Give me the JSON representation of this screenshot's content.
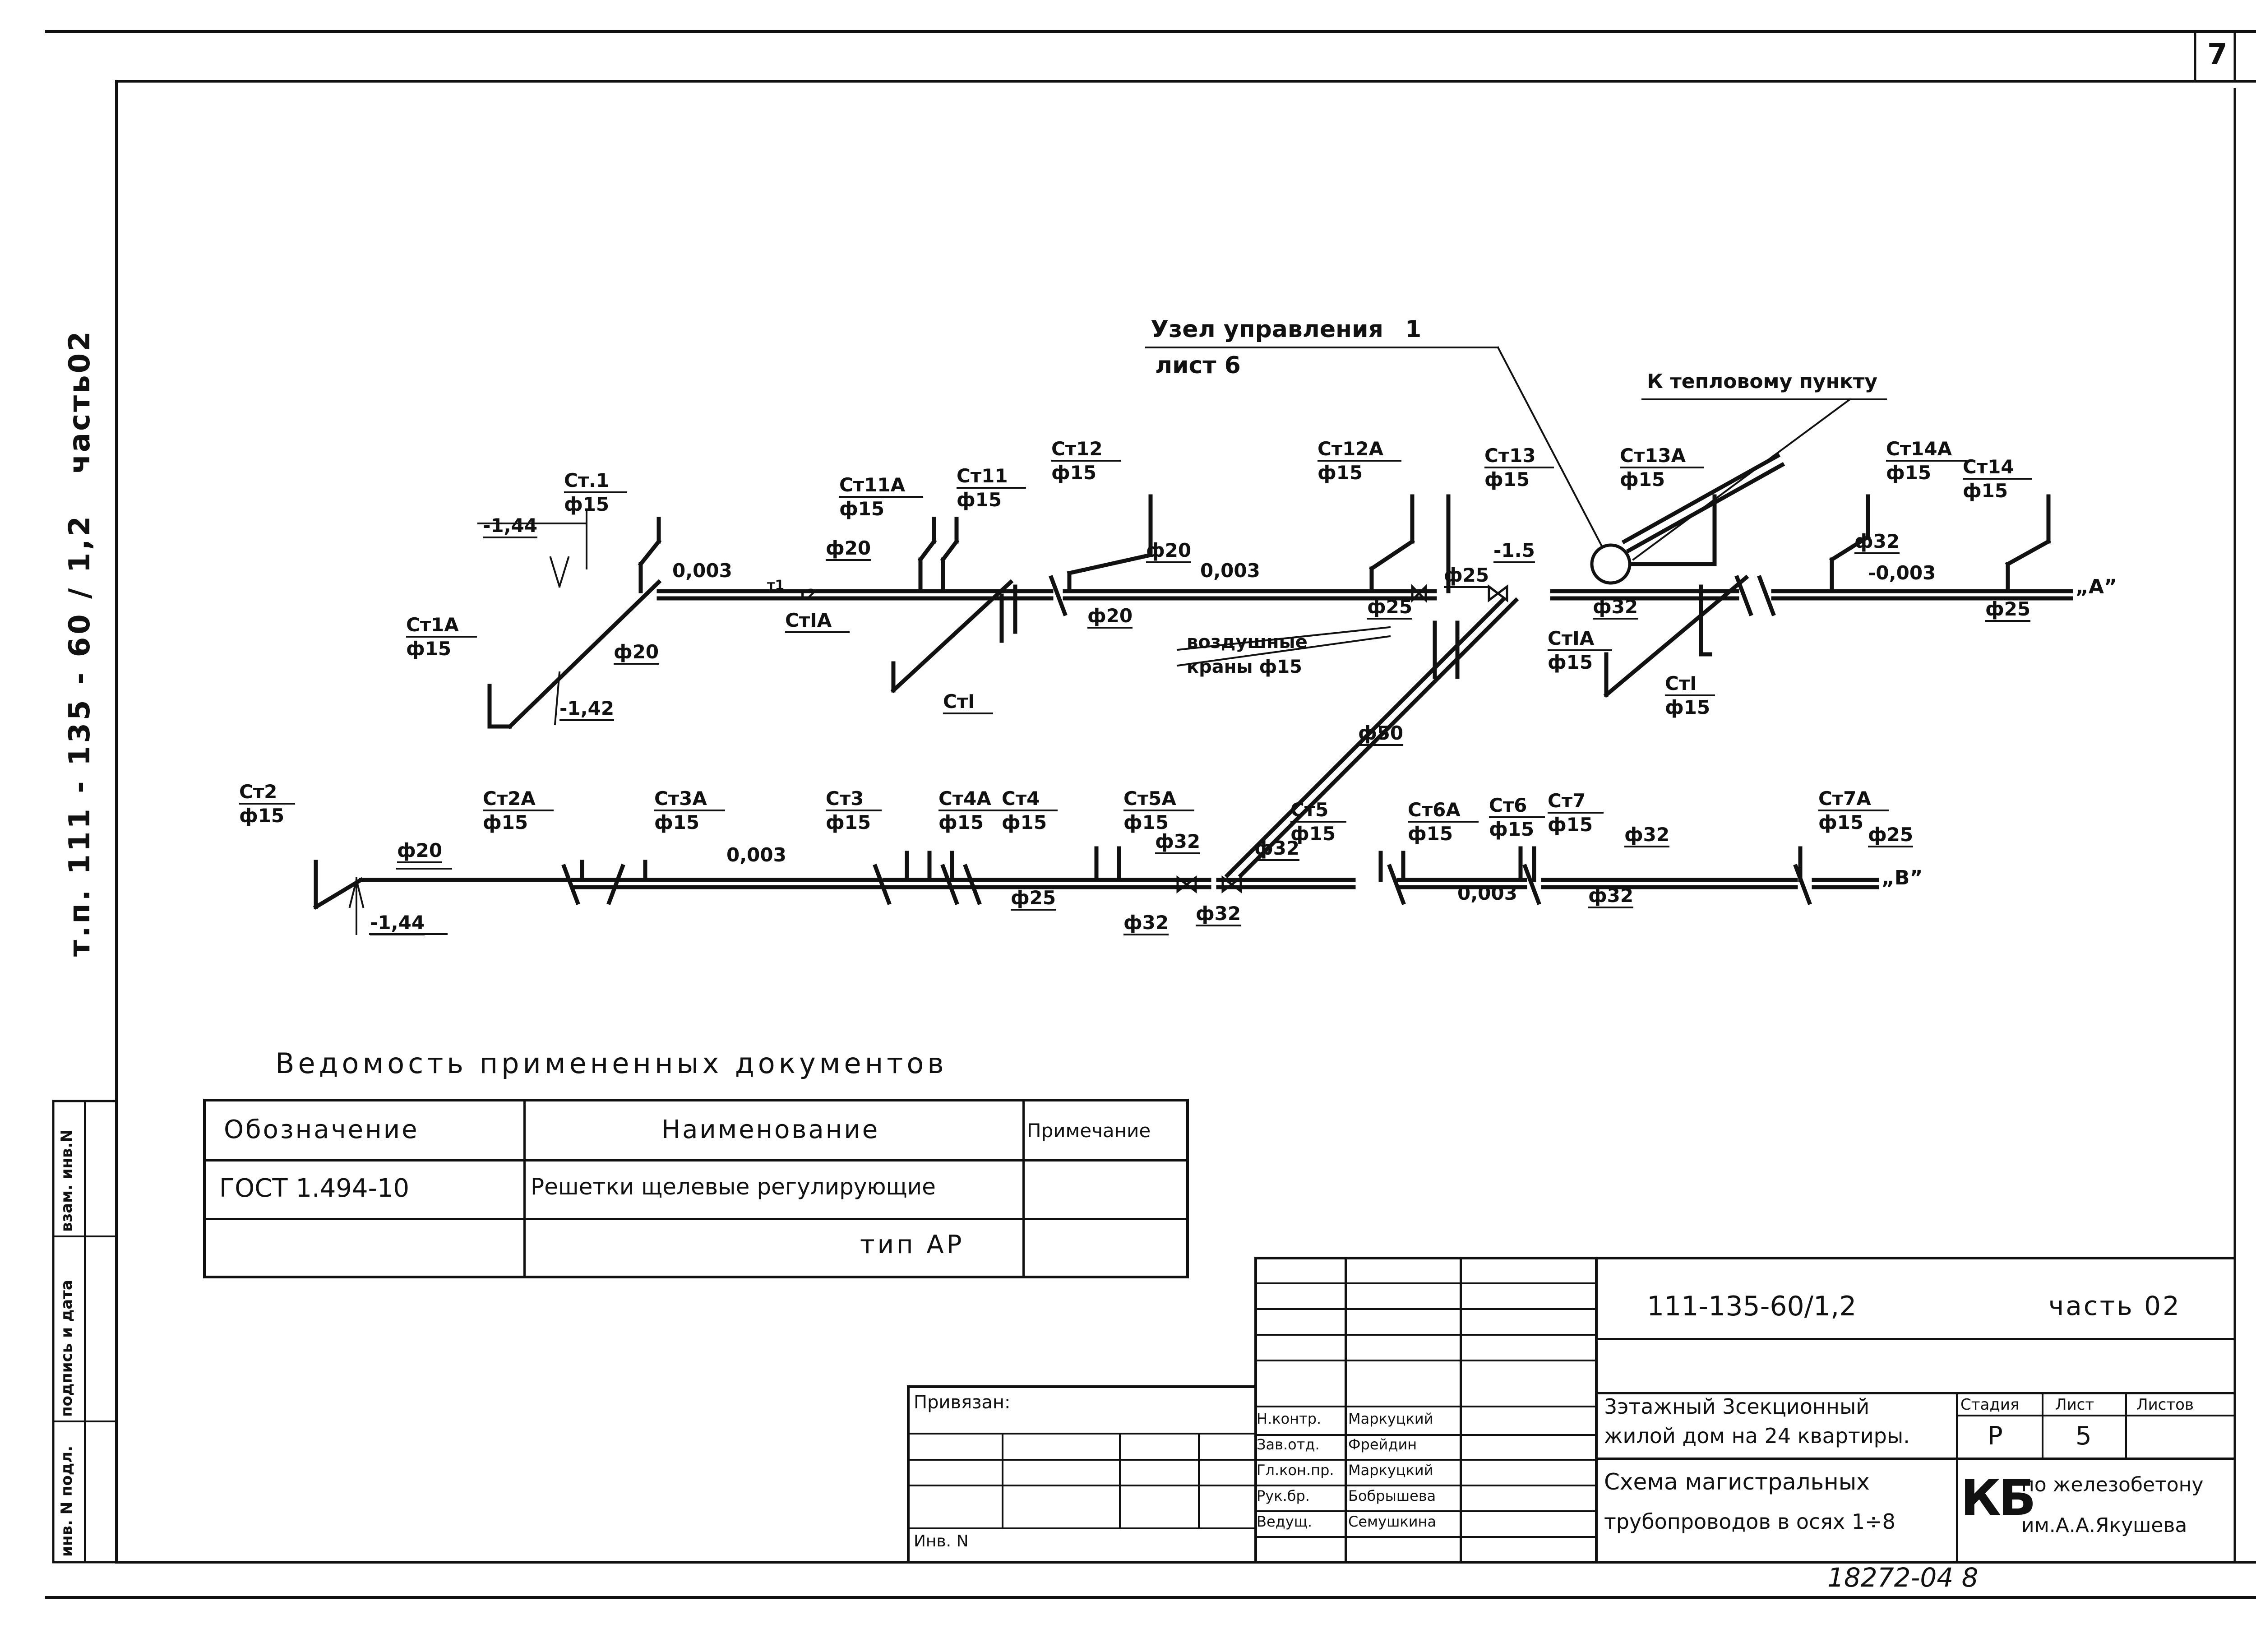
{
  "sheet": {
    "sheet_corner_number": "7",
    "side_title": {
      "code": "т.п. 111 - 135 - 60 / 1,2",
      "part": "часть02"
    },
    "side_columns": [
      "инв. N подл.",
      "подпись и дата",
      "взам. инв.N"
    ],
    "bottom_code": "18272-04 8"
  },
  "callouts": {
    "control_unit_line1": "Узел управления",
    "control_unit_number": "1",
    "control_unit_line2": "лист 6",
    "heat_point": "К тепловому пункту",
    "air_valves_line1": "воздушные",
    "air_valves_line2": "краны ф15",
    "point_a": "„А”",
    "point_b": "„В”"
  },
  "risers": [
    {
      "name": "Ст.1",
      "dia": "ф15"
    },
    {
      "name": "Ст1А",
      "dia": "ф15"
    },
    {
      "name": "Ст11А",
      "dia": "ф15"
    },
    {
      "name": "Ст11",
      "dia": "ф15"
    },
    {
      "name": "Ст12",
      "dia": "ф15"
    },
    {
      "name": "Ст12А",
      "dia": "ф15"
    },
    {
      "name": "Ст13",
      "dia": "ф15"
    },
    {
      "name": "Ст13А",
      "dia": "ф15"
    },
    {
      "name": "Ст14А",
      "dia": "ф15"
    },
    {
      "name": "Ст14",
      "dia": "ф15"
    },
    {
      "name": "СтIА",
      "dia": ""
    },
    {
      "name": "СтI",
      "dia": ""
    },
    {
      "name": "СтIА",
      "dia": "ф15"
    },
    {
      "name": "СтI",
      "dia": "ф15"
    },
    {
      "name": "Ст2",
      "dia": "ф15"
    },
    {
      "name": "Ст2А",
      "dia": "ф15"
    },
    {
      "name": "Ст3А",
      "dia": "ф15"
    },
    {
      "name": "Ст3",
      "dia": "ф15"
    },
    {
      "name": "Ст4А",
      "dia": "ф15"
    },
    {
      "name": "Ст4",
      "dia": "ф15"
    },
    {
      "name": "Ст5А",
      "dia": "ф15"
    },
    {
      "name": "Ст5",
      "dia": "ф15"
    },
    {
      "name": "Ст6А",
      "dia": "ф15"
    },
    {
      "name": "Ст6",
      "dia": "ф15"
    },
    {
      "name": "Ст7",
      "dia": "ф15"
    },
    {
      "name": "Ст7А",
      "dia": "ф15"
    }
  ],
  "annotations": {
    "elev_144": "-1,44",
    "elev_142": "-1,42",
    "elev_15": "-1.5",
    "elev_144b": "-1,44",
    "slope_1": "0,003",
    "slope_2": "0,003",
    "slope_3": "-0,003",
    "slope_4": "0,003",
    "slope_5": "0,003",
    "d20_a": "ф20",
    "d20_b": "ф20",
    "d20_c": "ф20",
    "d20_d": "ф20",
    "d25_a": "ф25",
    "d25_b": "ф25",
    "d25_c": "ф25",
    "d32_a": "ф32",
    "d32_b": "ф32",
    "d50": "ф50",
    "d20_e": "ф20",
    "d25_d": "ф25",
    "d32_c": "ф32",
    "d32_d": "ф32",
    "d32_e": "ф32",
    "d32_f": "ф32",
    "d32_g": "ф32",
    "d32_h": "ф32",
    "d25_e": "ф25",
    "t1": "т1",
    "t2": "т2"
  },
  "documents": {
    "heading": "Ведомость примененных документов",
    "headers": [
      "Обозначение",
      "Наименование",
      "Примечание"
    ],
    "rows": [
      [
        "ГОСТ 1.494-10",
        "Решетки щелевые регулирующие",
        ""
      ],
      [
        "",
        "тип АР",
        ""
      ]
    ]
  },
  "titleblock": {
    "code": "111-135-60/1,2",
    "part": "часть 02",
    "project_line1": "3этажный 3секционный",
    "project_line2": "жилой дом на 24 квартиры.",
    "sheet_line1": "Схема магистральных",
    "sheet_line2": "трубопроводов в осях 1÷8",
    "stage_header": "Стадия",
    "sheet_header": "Лист",
    "sheets_header": "Листов",
    "stage": "Р",
    "sheet_no": "5",
    "sheets": "",
    "org_logo": "КБ",
    "org_line1": "по железобетону",
    "org_line2": "им.А.А.Якушева",
    "privyazan": "Привязан:",
    "inv": "Инв. N",
    "signatures": [
      {
        "role": "Н.контр.",
        "name": "Маркуцкий"
      },
      {
        "role": "Зав.отд.",
        "name": "Фрейдин"
      },
      {
        "role": "Гл.кон.пр.",
        "name": "Маркуцкий"
      },
      {
        "role": "Рук.бр.",
        "name": "Бобрышева"
      },
      {
        "role": "Ведущ.",
        "name": "Семушкина"
      }
    ]
  }
}
